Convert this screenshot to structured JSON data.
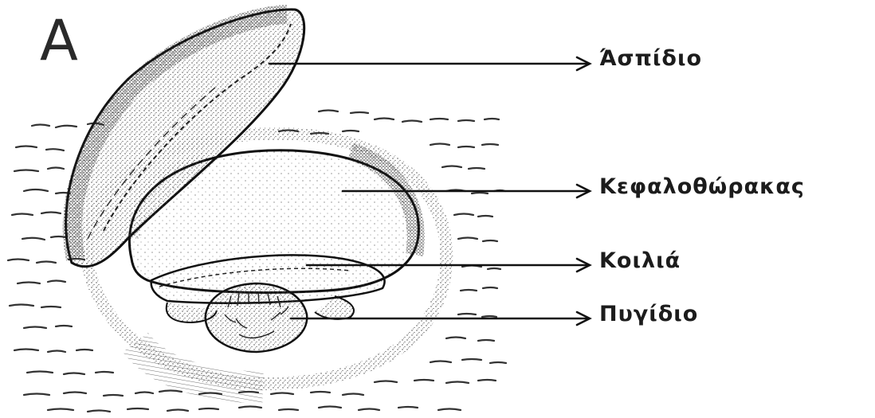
{
  "figure": {
    "panel_letter": "A",
    "labels": {
      "shield": "Άσπίδιο",
      "cephalothorax": "Κεφαλοθώρακας",
      "abdomen": "Κοιλιά",
      "pygidium": "Πυγίδιο"
    }
  }
}
